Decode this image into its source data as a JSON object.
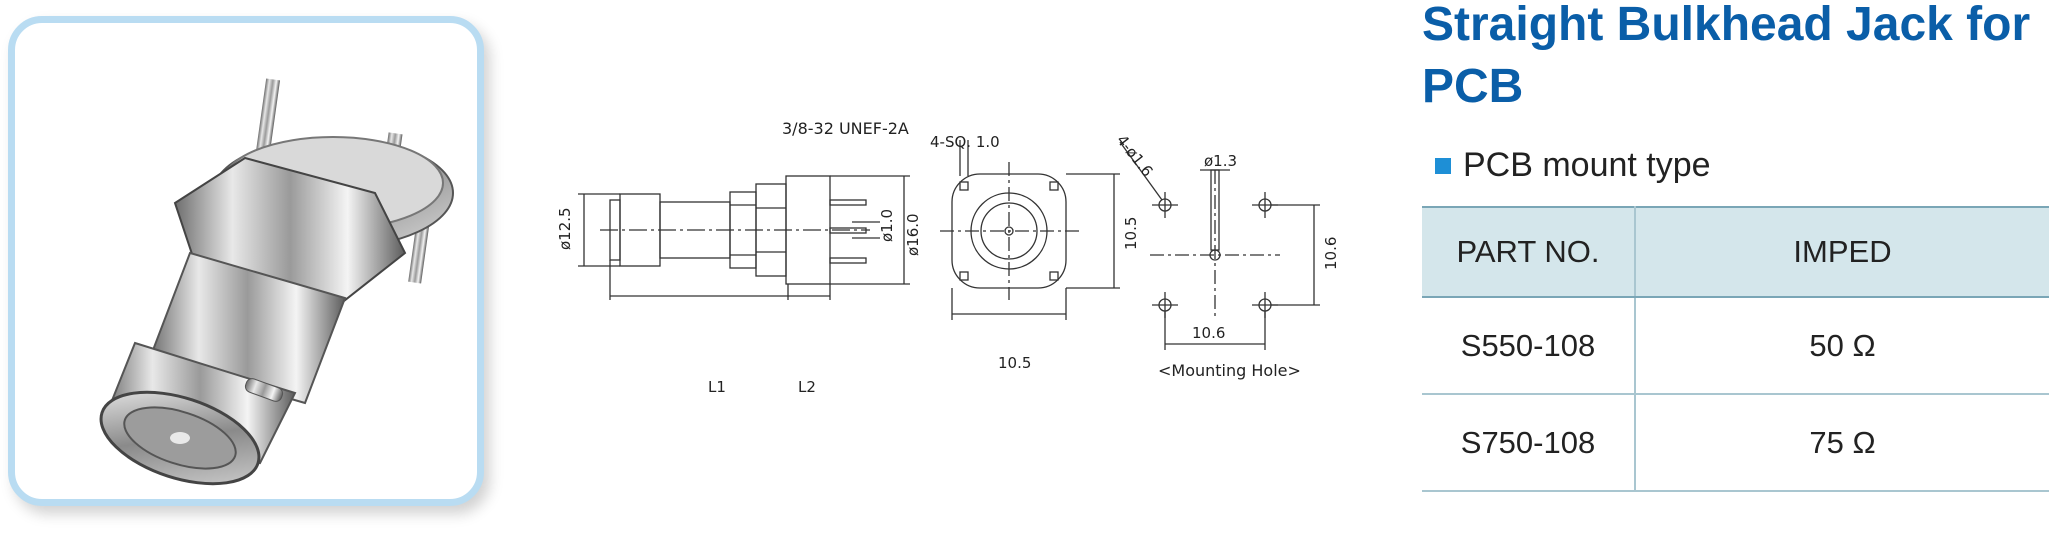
{
  "title": "Straight Bulkhead Jack for PCB",
  "subtitle": "PCB mount type",
  "colors": {
    "title": "#0a5ea8",
    "bullet": "#1e8fd6",
    "header_bg": "#d4e6eb",
    "card_border": "#b9dcf2"
  },
  "drawing": {
    "thread": "3/8-32 UNEF-2A",
    "d12_5": "ø12.5",
    "d1_0": "ø1.0",
    "d16_0": "ø16.0",
    "L1": "L1",
    "L2": "L2",
    "sq": "4-SQ. 1.0",
    "front_h": "10.5",
    "front_w": "10.5",
    "hole4": "4-ø1.6",
    "hole_center": "ø1.3",
    "mount_h": "10.6",
    "mount_w": "10.6",
    "mount_label": "<Mounting Hole>"
  },
  "table": {
    "headers": [
      "PART NO.",
      "IMPED"
    ],
    "rows": [
      [
        "S550-108",
        "50 Ω"
      ],
      [
        "S750-108",
        "75 Ω"
      ]
    ]
  }
}
